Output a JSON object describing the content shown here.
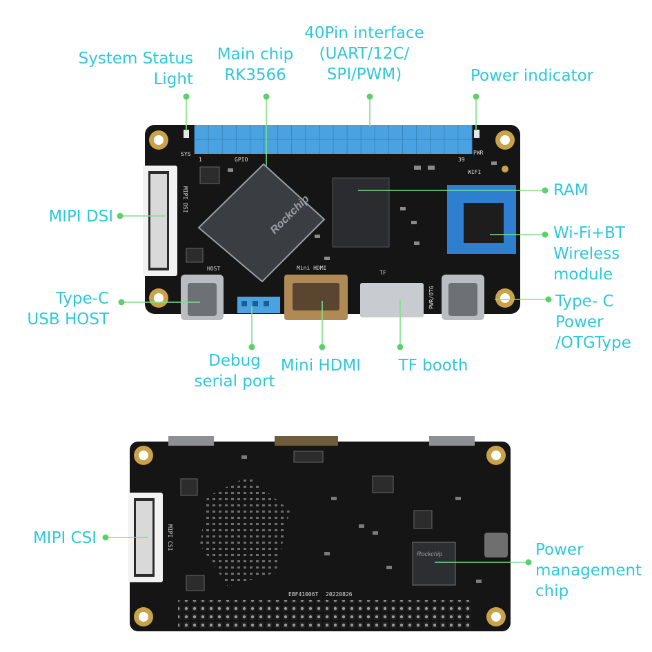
{
  "colors": {
    "label": "#2ec7d9",
    "leader": "#7fdf8a",
    "board": "#151515",
    "header_pins": "#4aa3e0",
    "gold": "#c9a24a",
    "chip": "#3a3d42",
    "ram": "#2a2c30",
    "wifi_module": "#2f7fd0",
    "silver": "#b9bcc0"
  },
  "labels": {
    "system_status_light": [
      "System Status",
      "Light"
    ],
    "main_chip": [
      "Main chip",
      "RK3566"
    ],
    "pin_interface": [
      "40Pin interface",
      "(UART/12C/",
      "SPI/PWM)"
    ],
    "power_indicator": [
      "Power indicator"
    ],
    "ram": [
      "RAM"
    ],
    "wifi_bt": [
      "Wi-Fi+BT",
      "Wireless",
      "module"
    ],
    "mipi_dsi": [
      "MIPI DSI"
    ],
    "type_c_host": [
      "Type-C",
      "USB HOST"
    ],
    "type_c_power": [
      "Type- C",
      "Power",
      "/OTGType"
    ],
    "debug_serial": [
      "Debug",
      "serial port"
    ],
    "mini_hdmi": [
      "Mini HDMI"
    ],
    "tf_booth": [
      "TF booth"
    ],
    "mipi_csi": [
      "MIPI CSI"
    ],
    "pmic": [
      "Power",
      "management",
      "chip"
    ]
  },
  "silkscreen": {
    "sys": "SYS",
    "gpio": "GPIO",
    "pin1": "1",
    "pin39": "39",
    "pwr": "PWR",
    "wifi": "WIFI",
    "mipi_dsi": "MIPI DSI",
    "host": "HOST",
    "mini_hdmi": "Mini HDMI",
    "tf": "TF",
    "pwr_otg": "PWR/OTG",
    "chip_brand": "Rockchip",
    "mipi_csi": "MIPI CSI",
    "board_id": "EBF41006T",
    "board_date": "20220826"
  }
}
